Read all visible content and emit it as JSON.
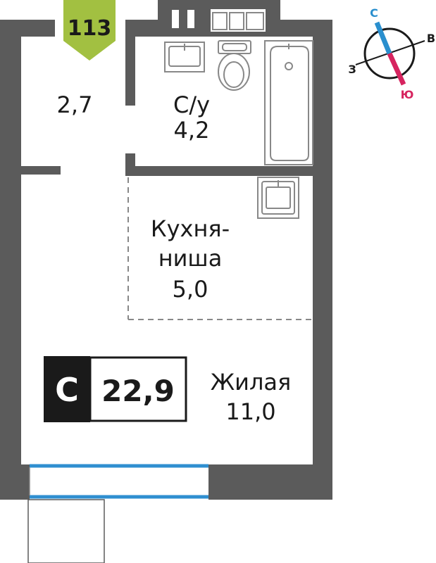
{
  "apartment": {
    "number": "113",
    "type_letter": "С",
    "total_area": "22,9",
    "badge_color": "#a2c041"
  },
  "rooms": {
    "hall_area": "2,7",
    "bathroom_name": "С/у",
    "bathroom_area": "4,2",
    "kitchen_name_line1": "Кухня-",
    "kitchen_name_line2": "ниша",
    "kitchen_area": "5,0",
    "living_name": "Жилая",
    "living_area": "11,0"
  },
  "compass": {
    "north": "С",
    "south": "Ю",
    "east": "В",
    "west": "З",
    "north_color": "#2a8fce",
    "south_color": "#d6245f"
  },
  "colors": {
    "wall": "#5b5b5b",
    "window": "#2f8fd0",
    "fixture": "#888888"
  }
}
